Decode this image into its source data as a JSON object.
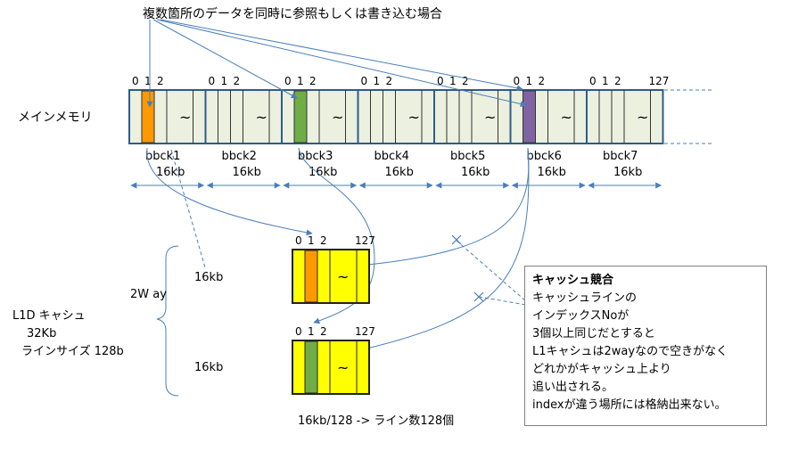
{
  "header_text": "複数箇所のデータを同時に参照もしくは書き込む場合",
  "main_memory_label": "メインメモリ",
  "cell_symbol": "~",
  "block_index_labels": [
    "0",
    "1",
    "2"
  ],
  "last_index_label": "127",
  "blocks": [
    {
      "name": "bbck1",
      "size": "16kb"
    },
    {
      "name": "bbck2",
      "size": "16kb"
    },
    {
      "name": "bbck3",
      "size": "16kb"
    },
    {
      "name": "bbck4",
      "size": "16kb"
    },
    {
      "name": "bbck5",
      "size": "16kb"
    },
    {
      "name": "bbck6",
      "size": "16kb"
    },
    {
      "name": "bbck7",
      "size": "16kb"
    }
  ],
  "cache": {
    "title": "L1D キャシュ",
    "size": "32Kb",
    "line_size": "ラインサイズ 128b",
    "way": "2W ay",
    "way_size_1": "16kb",
    "way_size_2": "16kb",
    "footer": "16kb/128 -> ライン数128個"
  },
  "note": {
    "title": "キャッシュ競合",
    "lines": [
      "キャッシュラインの",
      "インデックスNoが",
      "3個以上同じだとすると",
      "L1キャシュは2wayなので空きがなく",
      "どれかがキャッシュ上より",
      "追い出される。",
      "indexが違う場所には格納出来ない。"
    ]
  },
  "colors": {
    "memory_fill": "#ebf1de",
    "memory_border": "#2e5c8a",
    "orange": "#ff9900",
    "green": "#70ad47",
    "purple": "#8064a2",
    "cache_fill": "#ffff00",
    "arrow": "#4a7ebb",
    "dashed": "#4a7ebb"
  }
}
